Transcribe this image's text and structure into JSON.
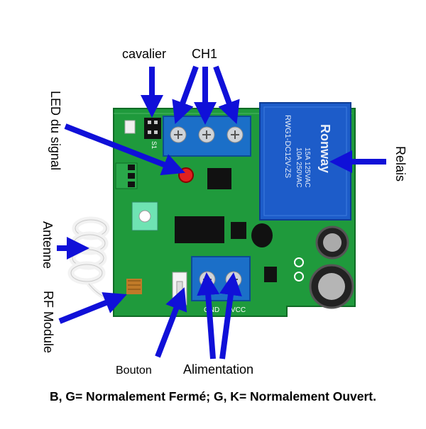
{
  "labels": {
    "cavalier": "cavalier",
    "ch1": "CH1",
    "led": "LED du signal",
    "relais": "Relais",
    "antenne": "Antenne",
    "rf_module": "RF Module",
    "bouton": "Bouton",
    "alimentation": "Alimentation"
  },
  "relay": {
    "brand": "Ronway",
    "model": "RWG1-DC12V-ZS",
    "rating1": "15A 125VAC",
    "rating2": "10A 250VAC"
  },
  "pcb_marks": {
    "s1": "S1",
    "gnd": "GND",
    "vcc": "VCC"
  },
  "caption": "B, G= Normalement Fermé; G, K= Normalement Ouvert.",
  "colors": {
    "arrow": "#1010d8",
    "pcb": "#1f9a3c",
    "terminal": "#1b6fc8",
    "relay": "#1d5cc9",
    "background": "#ffffff"
  }
}
